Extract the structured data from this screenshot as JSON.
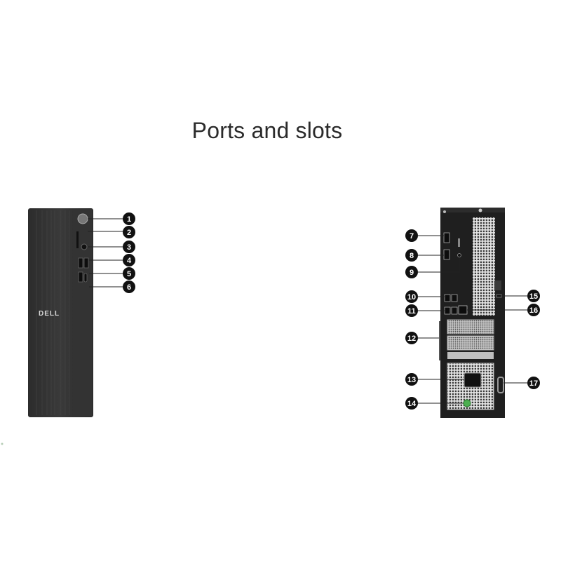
{
  "title": "Ports and slots",
  "front_panel": {
    "brand_logo_text": "DELL",
    "callouts": [
      {
        "id": "1",
        "target": "power-button"
      },
      {
        "id": "2",
        "target": "sd-card-slot"
      },
      {
        "id": "3",
        "target": "audio-jack"
      },
      {
        "id": "4",
        "target": "usb-port"
      },
      {
        "id": "5",
        "target": "usb-port"
      },
      {
        "id": "6",
        "target": "usb-c-port"
      }
    ]
  },
  "rear_panel": {
    "callouts": [
      {
        "id": "7",
        "target": "display-port"
      },
      {
        "id": "8",
        "target": "display-port"
      },
      {
        "id": "9",
        "target": "audio-line-out"
      },
      {
        "id": "10",
        "target": "usb-ports"
      },
      {
        "id": "11",
        "target": "usb-ports"
      },
      {
        "id": "12",
        "target": "expansion-slots"
      },
      {
        "id": "13",
        "target": "power-connector"
      },
      {
        "id": "14",
        "target": "power-status-light"
      },
      {
        "id": "15",
        "target": "security-lock-slot"
      },
      {
        "id": "16",
        "target": "ethernet-port"
      },
      {
        "id": "17",
        "target": "padlock-ring"
      }
    ]
  },
  "colors": {
    "chassis": "#2a2a2a",
    "callout_badge": "#111111",
    "psu_light": "#4caf50"
  }
}
